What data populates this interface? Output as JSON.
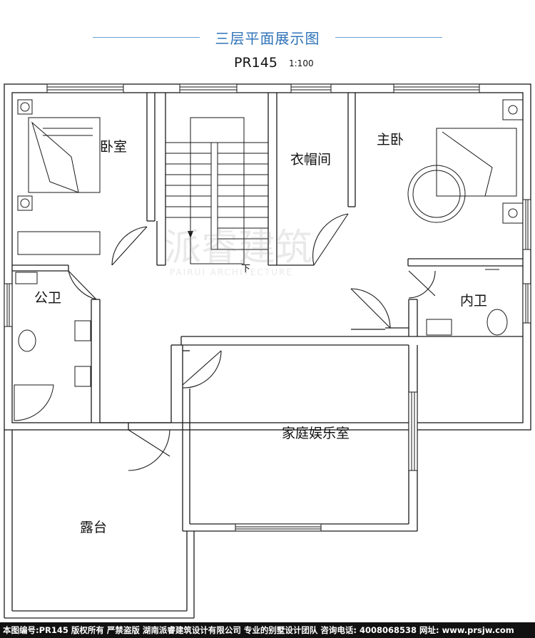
{
  "header": {
    "title": "三层平面展示图",
    "plan_code": "PR145",
    "scale": "1:100"
  },
  "rooms": {
    "bedroom": "卧室",
    "master_bedroom": "主卧",
    "cloakroom": "衣帽间",
    "public_bathroom": "公卫",
    "ensuite_bathroom": "内卫",
    "family_room": "家庭娱乐室",
    "terrace": "露台"
  },
  "stair_label": "下",
  "watermark": {
    "text_cn": "派睿建筑",
    "text_en": "PAIRUI ARCHITECTURE"
  },
  "footer": {
    "text": "本图编号:PR145 版权所有 严禁盗版 湖南派睿建筑设计有限公司 专业的别墅设计团队 咨询电话: 4008068538 网址: www.prsjw.com"
  },
  "colors": {
    "title_blue": "#2f73b8",
    "wall": "#1a1a1a",
    "footer_bg": "#111111"
  }
}
